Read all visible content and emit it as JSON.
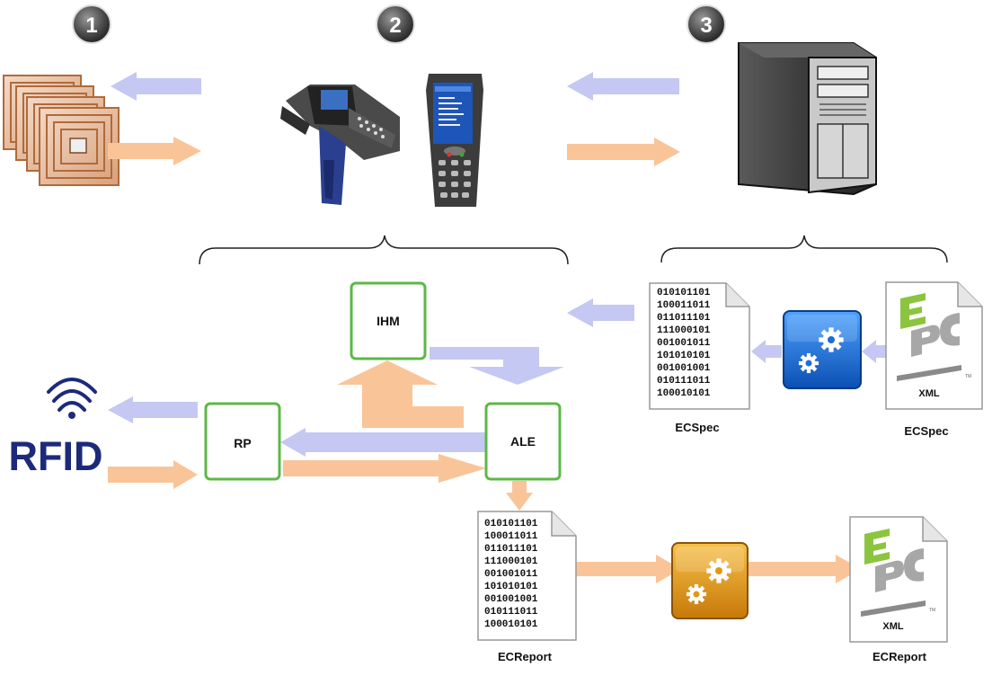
{
  "steps": [
    "1",
    "2",
    "3"
  ],
  "boxes": {
    "ihm": "IHM",
    "rp": "RP",
    "ale": "ALE"
  },
  "rfid_logo": "RFID",
  "binary_lines": [
    "010101101",
    "100011011",
    "011011101",
    "111000101",
    "001001011",
    "101010101",
    "001001001",
    "010111011",
    "100010101"
  ],
  "docs": {
    "ecspec_binary_caption": "ECSpec",
    "ecspec_xml_caption": "ECSpec",
    "ecreport_binary_caption": "ECReport",
    "ecreport_xml_caption": "ECReport",
    "xml_tag": "XML",
    "tm_mark": "TM"
  },
  "colors": {
    "request_arrow": "#c4c8f2",
    "response_arrow": "#f9c598",
    "box_border": "#5cb846",
    "gear_blue": "#1a6fd6",
    "gear_orange": "#e09a14",
    "rfid_logo": "#1d2a7a",
    "epc_green": "#8bc53f"
  }
}
